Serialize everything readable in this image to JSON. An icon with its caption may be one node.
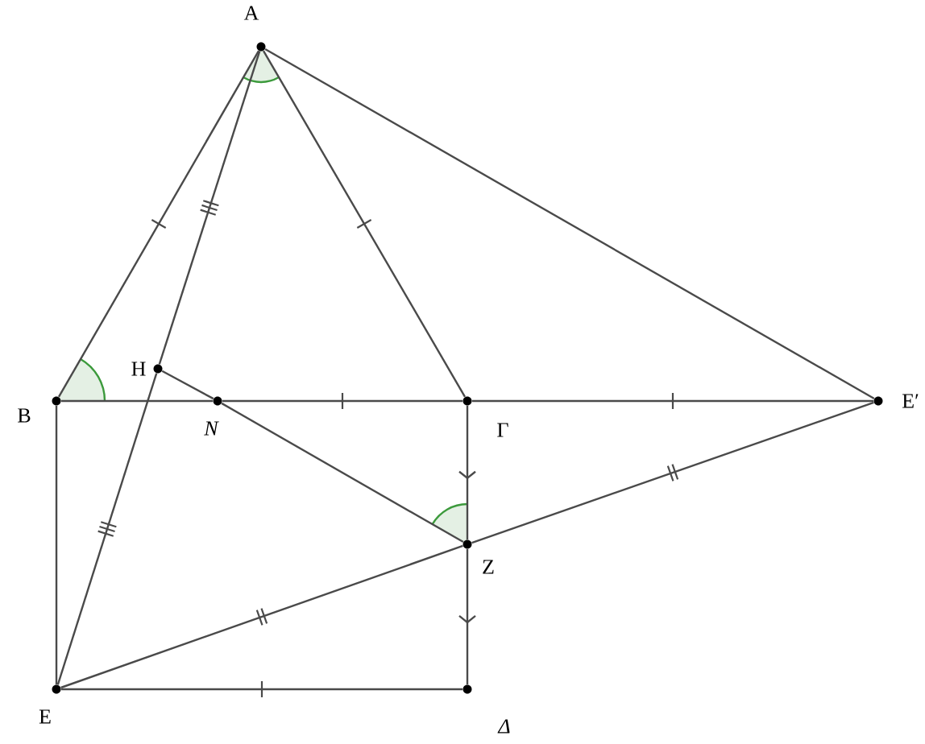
{
  "diagram": {
    "nodes": [
      {
        "text": [],
        "shape": "circle",
        "beside": [
          "A"
        ]
      },
      {
        "text": [],
        "shape": "circle",
        "beside": [
          "B"
        ]
      },
      {
        "text": [],
        "shape": "circle",
        "beside": [
          "Γ"
        ]
      },
      {
        "text": [],
        "shape": "circle",
        "beside": [
          "E′"
        ]
      },
      {
        "text": [],
        "shape": "circle",
        "beside": [
          "H"
        ]
      },
      {
        "text": [],
        "shape": "circle",
        "beside": [
          "N"
        ]
      },
      {
        "text": [],
        "shape": "circle",
        "beside": [
          "Z"
        ]
      },
      {
        "text": [],
        "shape": "circle",
        "beside": [
          "E"
        ]
      },
      {
        "text": [],
        "shape": "circle",
        "beside": [
          "Δ"
        ]
      }
    ],
    "edges": [
      {
        "from": 0,
        "to": 1,
        "arrow": "none"
      },
      {
        "from": 0,
        "to": 2,
        "arrow": "none"
      },
      {
        "from": 0,
        "to": 3,
        "arrow": "none"
      },
      {
        "from": 0,
        "to": 4,
        "arrow": "none"
      },
      {
        "from": 4,
        "to": 7,
        "arrow": "none"
      },
      {
        "from": 1,
        "to": 5,
        "arrow": "none"
      },
      {
        "from": 5,
        "to": 2,
        "arrow": "none"
      },
      {
        "from": 2,
        "to": 3,
        "arrow": "none"
      },
      {
        "from": 4,
        "to": 5,
        "arrow": "none"
      },
      {
        "from": 5,
        "to": 6,
        "arrow": "none"
      },
      {
        "from": 2,
        "to": 6,
        "arrow": "to"
      },
      {
        "from": 6,
        "to": 8,
        "arrow": "to"
      },
      {
        "from": 1,
        "to": 7,
        "arrow": "none"
      },
      {
        "from": 7,
        "to": 8,
        "arrow": "none"
      },
      {
        "from": 7,
        "to": 6,
        "arrow": "none"
      },
      {
        "from": 6,
        "to": 3,
        "arrow": "none"
      }
    ]
  }
}
